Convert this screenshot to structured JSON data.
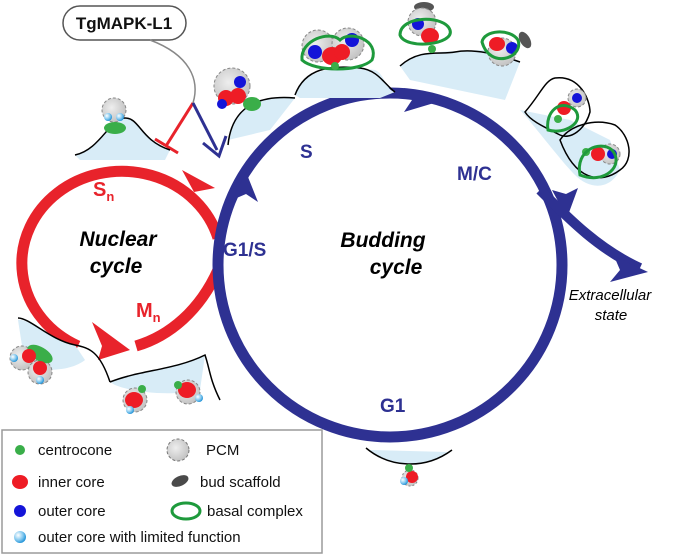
{
  "regulator": {
    "label": "TgMAPK-L1"
  },
  "nuclear_cycle": {
    "title_line1": "Nuclear",
    "title_line2": "cycle",
    "phase_s": "S",
    "phase_s_sub": "n",
    "phase_m": "M",
    "phase_m_sub": "n"
  },
  "budding_cycle": {
    "title_line1": "Budding",
    "title_line2": "cycle",
    "phase_g1s": "G1/S",
    "phase_s": "S",
    "phase_mc": "M/C",
    "phase_g1": "G1",
    "exit_line1": "Extracellular",
    "exit_line2": "state"
  },
  "legend": {
    "centrocone": "centrocone",
    "pcm": "PCM",
    "inner_core": "inner core",
    "bud_scaffold": "bud scaffold",
    "outer_core": "outer core",
    "basal_complex": "basal complex",
    "outer_core_limited": "outer core with limited function"
  },
  "colors": {
    "nuclear_red": "#e8232b",
    "budding_blue": "#2e3192",
    "centrocone_green": "#3aae49",
    "inner_core_red": "#ee1c25",
    "outer_core_blue": "#1414d8",
    "basal_complex_green": "#1e9a3c",
    "nucleus_fill": "#d8ecf7",
    "pcm_gray": "#cfcfcf"
  }
}
